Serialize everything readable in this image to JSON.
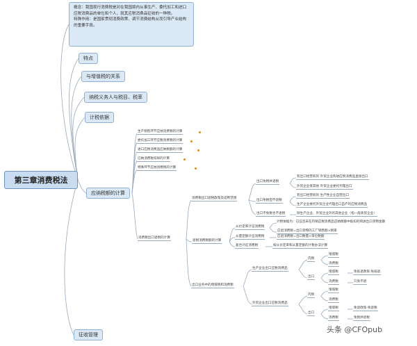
{
  "root": "第三章消费税法",
  "concept": {
    "line1": "概念：我国现行消费税是对在我国境内从事生产、委托加工和进口应税消费品的单位和个人，就其应税消费品征收的一种税。",
    "line2": "特殊作用：是国家贯彻消费政策、调节消费结构从而引导产业结构的重要手段。"
  },
  "branches": {
    "features": "特点",
    "vat_relation": "与增值税的关系",
    "taxpayer": "纳税义务人与税目、税率",
    "basis": "计税依据",
    "calc": "应纳税额的计算",
    "collection": "征收管理"
  },
  "calc_items": {
    "i1": "生产销售环节应纳消费税的计算",
    "i2": "委托加工环节应税消费税的计算",
    "i3": "进口应税消费品应纳税额的计算",
    "i4": "已纳消费税扣除的计算",
    "i5": "特殊环节应纳消费税的计算",
    "i6": "消费税出口退税的计算"
  },
  "export": {
    "policy": "消费税出口退税政策及适用范围",
    "refund": "出口免税并退税",
    "refund_a": "有出口经营权的 外贸企业购进应税消费品直接出口",
    "refund_b": "外贸企业受其他 外贸企业委托代理出口",
    "exempt": "出口免税但不退税",
    "exempt_a": "有出口经营权的 生产性企业自营出口",
    "exempt_b": "生产企业委托外贸企业代理出口自产的应税消费品",
    "none": "出口不免税也不退税",
    "none_a": "除生产企业、外贸企业外的其他企业（指一般商贸企业）",
    "amount": "退税消费税额的计算",
    "ad_valorem": "从价定率计征消费税",
    "ad_valorem_a": "计税依据为：已征且未在内销应税消费品应纳税额中抵扣的购进出口货物金额",
    "ad_valorem_b": "应退消费税=出口货物的工厂销售额×税率",
    "specific": "从量定额计征消费税",
    "specific_a": "应退消费税=出口数量×单位税额",
    "compound": "复合计征消费税",
    "compound_a": "按从价定率和从量定额的计税办法计算",
    "relation": "出口业务中的增值税和消费税",
    "producer": "生产企业出口应税消费品",
    "trader": "外贸企业出口应税消费品"
  },
  "tax_labels": {
    "domestic": "内销",
    "exported": "出口",
    "vat": "增值税",
    "ct": "消费税",
    "p_vat_ex": "免抵退政策·免抵退",
    "p_ct_ex": "只免不退",
    "t_vat_ex": "免退政策·免退税",
    "t_ct_ex": "免税并退税"
  },
  "watermark": "头条 @CFOpub",
  "colors": {
    "box_fill": "#dbe8f5",
    "box_border": "#8fb0d4",
    "line": "#9aa9bb",
    "dot": "#e38a1e"
  }
}
